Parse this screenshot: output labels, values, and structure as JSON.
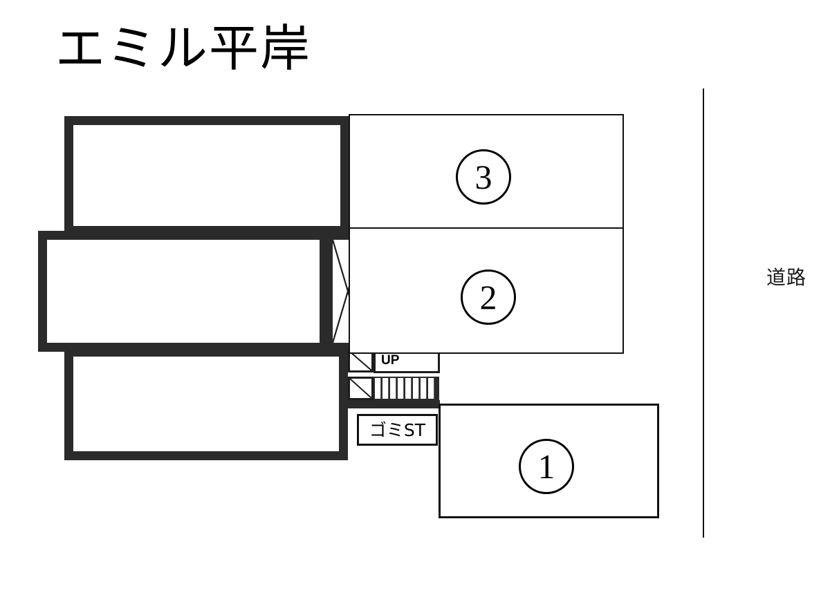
{
  "plan": {
    "title": "エミル平岸",
    "road_label": "道路"
  },
  "building": {
    "blocks": [
      {
        "name": "upper-wing",
        "label": ""
      },
      {
        "name": "middle-wing",
        "label": ""
      },
      {
        "name": "lower-wing",
        "label": ""
      }
    ],
    "shaft": {
      "label": ""
    }
  },
  "stairs": {
    "direction_label": "UP"
  },
  "facilities": {
    "garbage_station_label": "ゴミST"
  },
  "parking": {
    "stalls": [
      {
        "id": "1",
        "number": "1"
      },
      {
        "id": "2",
        "number": "2"
      },
      {
        "id": "3",
        "number": "3"
      }
    ]
  },
  "colors": {
    "wall": "#2b2b2b",
    "line": "#111111",
    "paper": "#ffffff"
  }
}
